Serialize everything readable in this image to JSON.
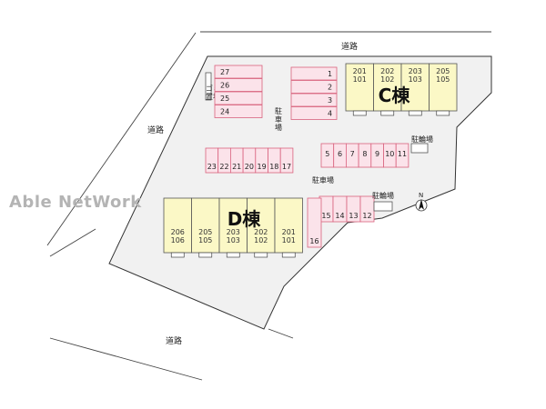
{
  "roads": {
    "north": "道路",
    "west": "道路",
    "south": "道路"
  },
  "parking_labels": {
    "upper": "駐\n車\n場",
    "center": "駐車場"
  },
  "bike_labels": {
    "east": "駐輪場",
    "center": "駐輪場"
  },
  "trash_label": "ゴミ\n置場",
  "watermark": "Able NetWork",
  "compass": "N",
  "building_c": {
    "name": "C棟",
    "units": [
      {
        "top": "201",
        "bottom": "101"
      },
      {
        "top": "202",
        "bottom": "102"
      },
      {
        "top": "203",
        "bottom": "103"
      },
      {
        "top": "205",
        "bottom": "105"
      }
    ]
  },
  "building_d": {
    "name": "D棟",
    "units": [
      {
        "top": "206",
        "bottom": "106"
      },
      {
        "top": "205",
        "bottom": "105"
      },
      {
        "top": "203",
        "bottom": "103"
      },
      {
        "top": "202",
        "bottom": "102"
      },
      {
        "top": "201",
        "bottom": "101"
      }
    ]
  },
  "parking": {
    "col_left": [
      "27",
      "26",
      "25",
      "24"
    ],
    "col_right": [
      "1",
      "2",
      "3",
      "4"
    ],
    "row_mid": [
      "23",
      "22",
      "21",
      "20",
      "19",
      "18",
      "17"
    ],
    "row_right": [
      "5",
      "6",
      "7",
      "8",
      "9",
      "10",
      "11"
    ],
    "row_low": [
      "15",
      "14",
      "13",
      "12"
    ],
    "single": "16"
  },
  "colors": {
    "parking_fill": "#fbe3ea",
    "parking_stroke": "#d9627e",
    "building_fill": "#fbf8c6",
    "lot_fill": "#f1f1f1"
  }
}
